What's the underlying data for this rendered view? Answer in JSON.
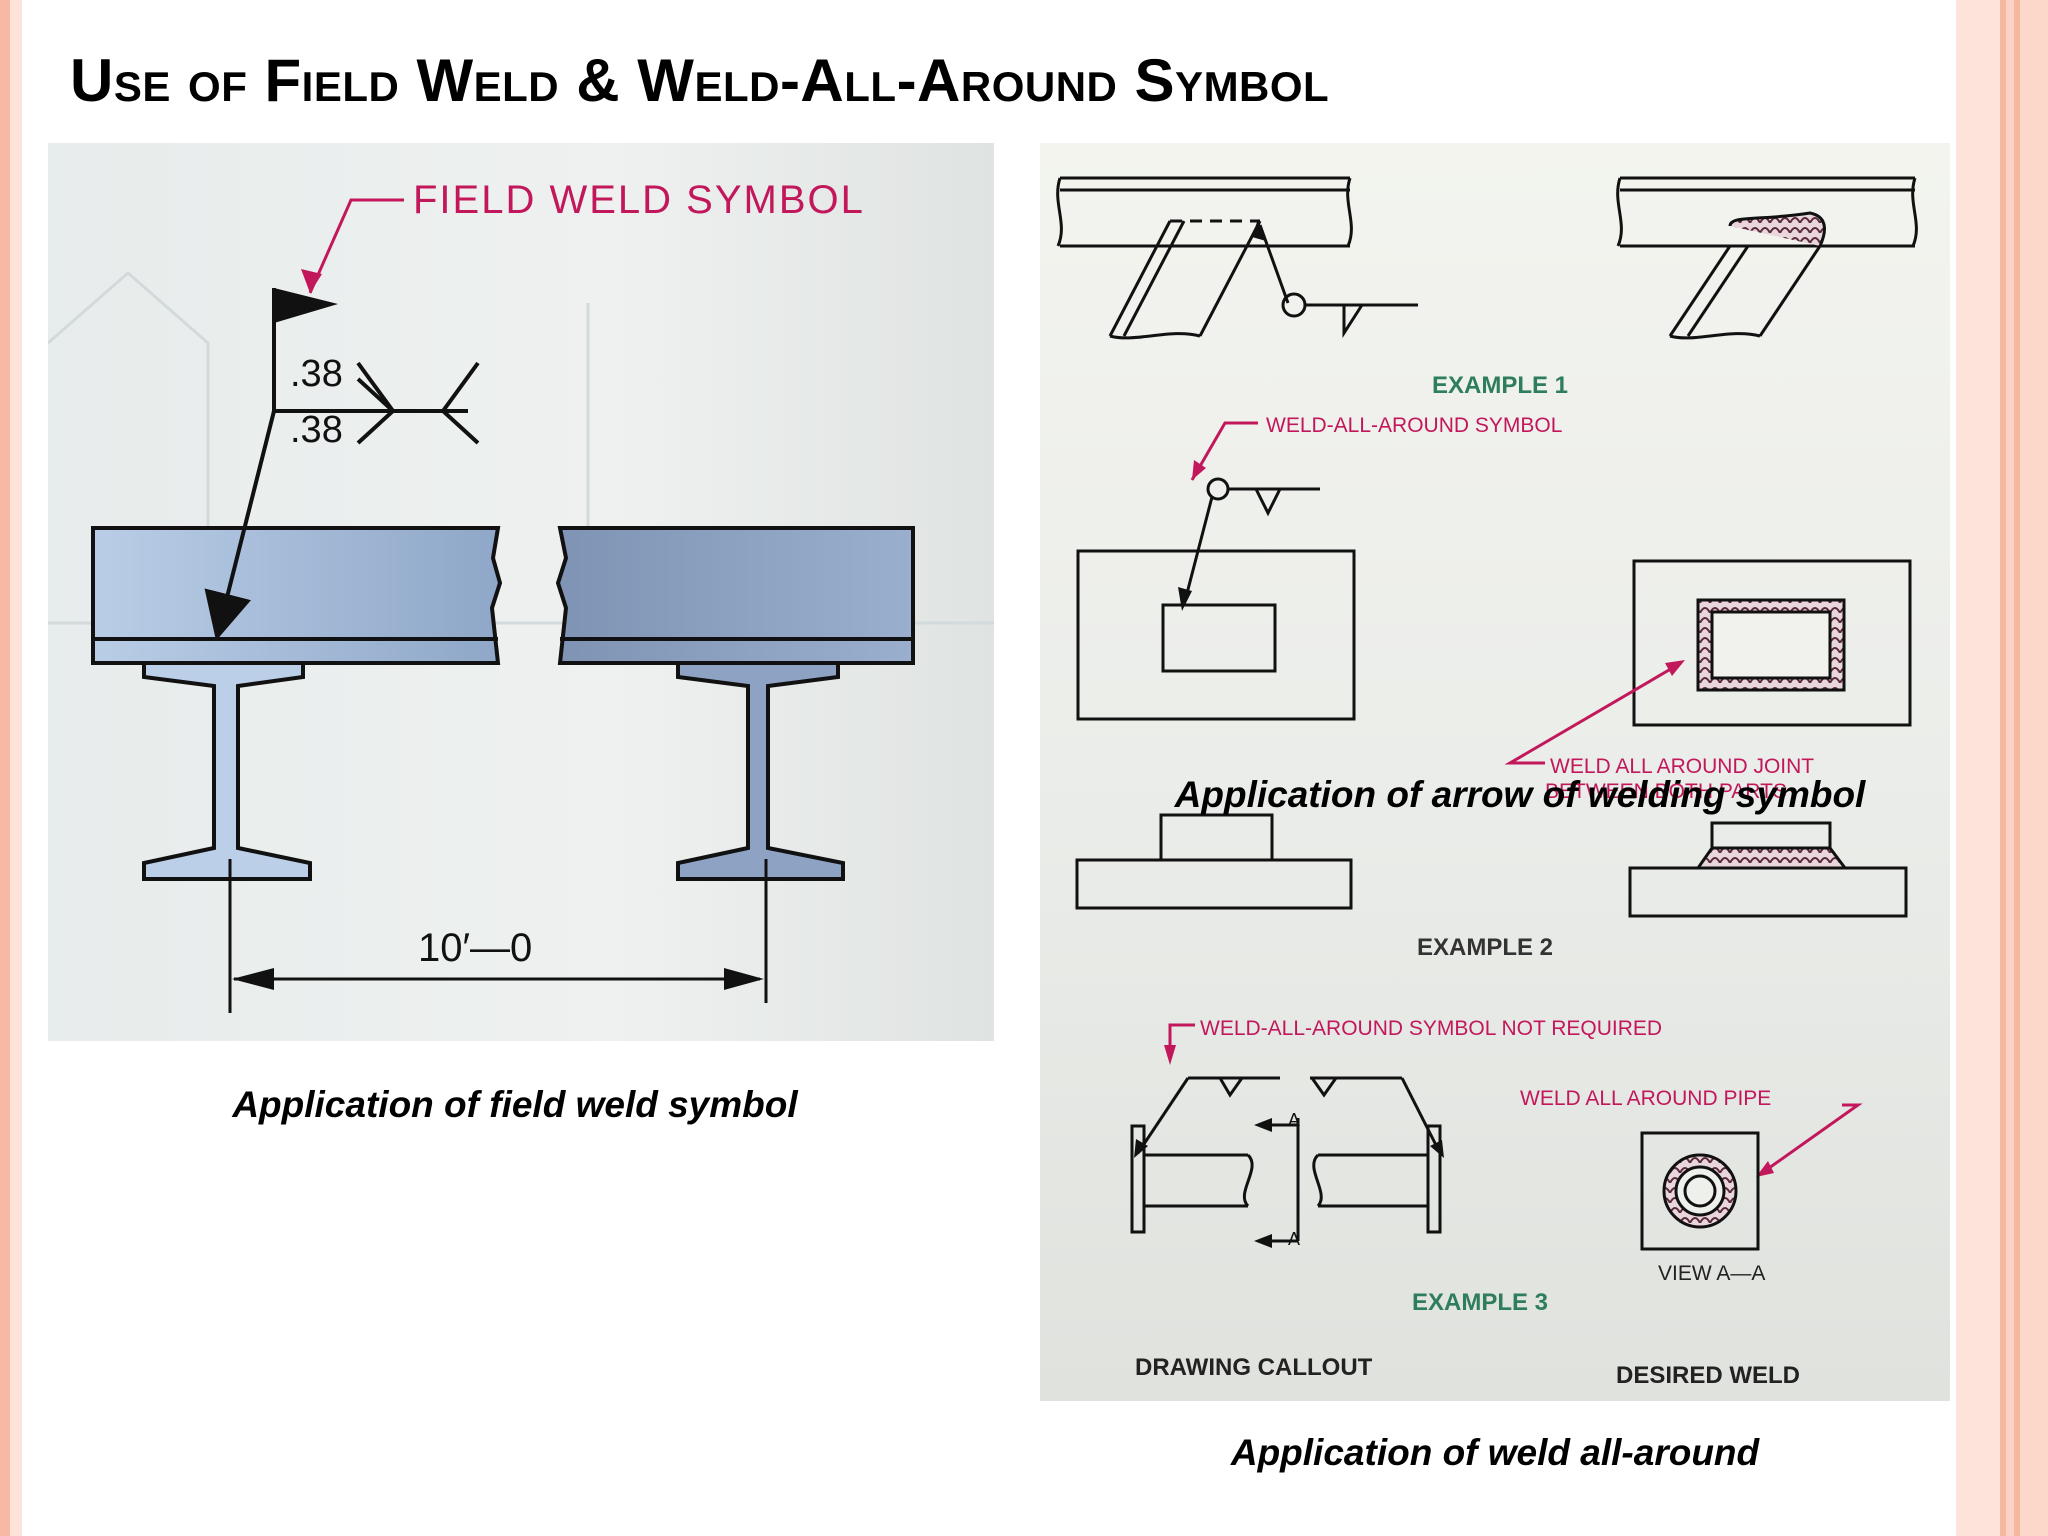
{
  "slide": {
    "title": "Use of Field Weld & Weld-All-Around Symbol"
  },
  "left_figure": {
    "caption": "Application of field weld symbol",
    "callout_label": "FIELD WELD SYMBOL",
    "weld_size_top": ".38",
    "weld_size_bottom": ".38",
    "dimension": "10′—0"
  },
  "right_figure": {
    "caption": "Application of weld all-around",
    "overlay_caption": "Application of arrow of welding symbol",
    "example1_label": "EXAMPLE 1",
    "example2_label": "EXAMPLE 2",
    "example3_label": "EXAMPLE 3",
    "weld_all_around_symbol": "WELD-ALL-AROUND SYMBOL",
    "weld_all_around_joint": "WELD ALL AROUND JOINT",
    "between_both_parts": "BETWEEN BOTH PARTS",
    "symbol_not_required": "WELD-ALL-AROUND SYMBOL NOT REQUIRED",
    "weld_all_around_pipe": "WELD ALL AROUND PIPE",
    "section_marker": "A",
    "view_label": "VIEW A—A",
    "drawing_callout": "DRAWING CALLOUT",
    "desired_weld": "DESIRED WELD"
  },
  "colors": {
    "frame_salmon": "#f6b79f",
    "callout_magenta": "#c2185b",
    "example_green": "#2e7d5b"
  }
}
